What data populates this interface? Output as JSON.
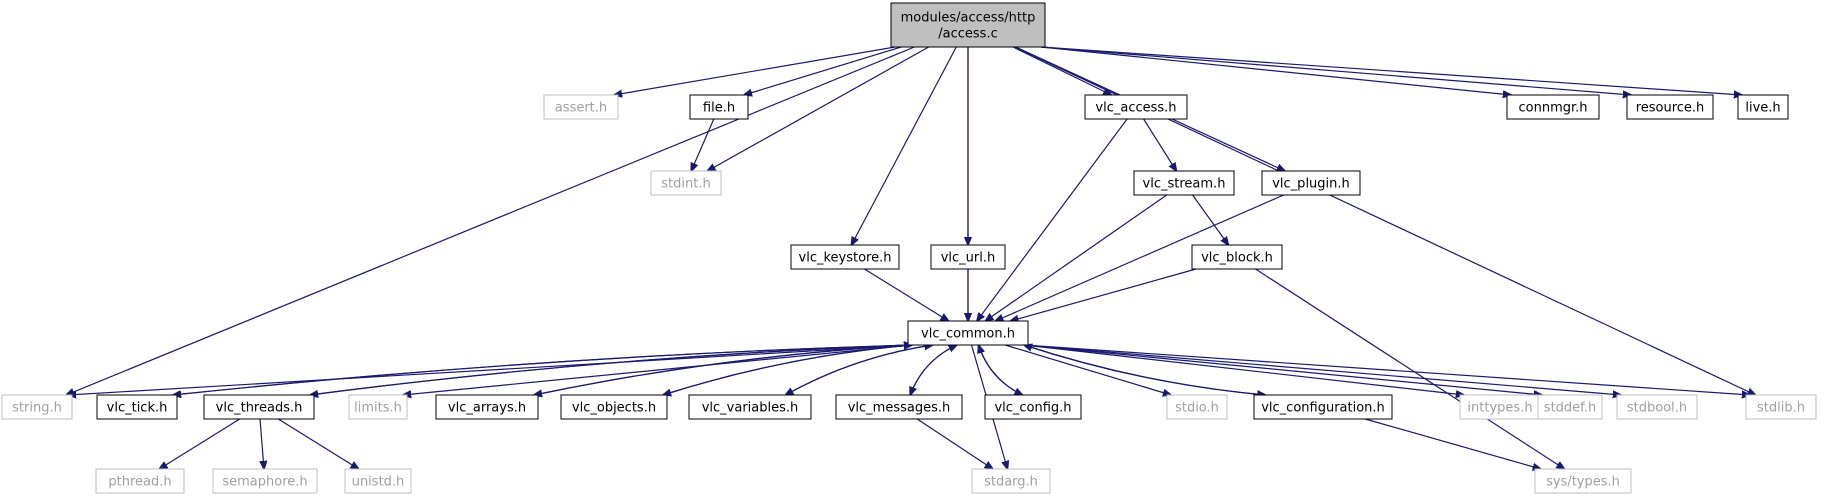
{
  "diagram": {
    "type": "include-dependency-graph",
    "colors": {
      "edge": "#191970",
      "root_fill": "#bfbfbf",
      "system_border": "#bfbfbf",
      "project_border": "#000000"
    },
    "nodes": [
      {
        "id": "root",
        "lines": [
          "modules/access/http",
          "/access.c"
        ],
        "kind": "root"
      },
      {
        "id": "assert",
        "lines": [
          "assert.h"
        ],
        "kind": "system"
      },
      {
        "id": "file",
        "lines": [
          "file.h"
        ],
        "kind": "project"
      },
      {
        "id": "stdint",
        "lines": [
          "stdint.h"
        ],
        "kind": "system"
      },
      {
        "id": "vlc_access",
        "lines": [
          "vlc_access.h"
        ],
        "kind": "project"
      },
      {
        "id": "connmgr",
        "lines": [
          "connmgr.h"
        ],
        "kind": "project"
      },
      {
        "id": "resource",
        "lines": [
          "resource.h"
        ],
        "kind": "project"
      },
      {
        "id": "live",
        "lines": [
          "live.h"
        ],
        "kind": "project"
      },
      {
        "id": "vlc_stream",
        "lines": [
          "vlc_stream.h"
        ],
        "kind": "project"
      },
      {
        "id": "vlc_plugin",
        "lines": [
          "vlc_plugin.h"
        ],
        "kind": "project"
      },
      {
        "id": "vlc_keystore",
        "lines": [
          "vlc_keystore.h"
        ],
        "kind": "project"
      },
      {
        "id": "vlc_url",
        "lines": [
          "vlc_url.h"
        ],
        "kind": "project"
      },
      {
        "id": "vlc_block",
        "lines": [
          "vlc_block.h"
        ],
        "kind": "project"
      },
      {
        "id": "vlc_common",
        "lines": [
          "vlc_common.h"
        ],
        "kind": "project"
      },
      {
        "id": "string",
        "lines": [
          "string.h"
        ],
        "kind": "system"
      },
      {
        "id": "vlc_tick",
        "lines": [
          "vlc_tick.h"
        ],
        "kind": "project"
      },
      {
        "id": "vlc_threads",
        "lines": [
          "vlc_threads.h"
        ],
        "kind": "project"
      },
      {
        "id": "limits",
        "lines": [
          "limits.h"
        ],
        "kind": "system"
      },
      {
        "id": "vlc_arrays",
        "lines": [
          "vlc_arrays.h"
        ],
        "kind": "project"
      },
      {
        "id": "vlc_objects",
        "lines": [
          "vlc_objects.h"
        ],
        "kind": "project"
      },
      {
        "id": "vlc_variables",
        "lines": [
          "vlc_variables.h"
        ],
        "kind": "project"
      },
      {
        "id": "vlc_messages",
        "lines": [
          "vlc_messages.h"
        ],
        "kind": "project"
      },
      {
        "id": "vlc_config",
        "lines": [
          "vlc_config.h"
        ],
        "kind": "project"
      },
      {
        "id": "stdio",
        "lines": [
          "stdio.h"
        ],
        "kind": "system"
      },
      {
        "id": "vlc_configuration",
        "lines": [
          "vlc_configuration.h"
        ],
        "kind": "project"
      },
      {
        "id": "inttypes",
        "lines": [
          "inttypes.h"
        ],
        "kind": "system"
      },
      {
        "id": "stddef",
        "lines": [
          "stddef.h"
        ],
        "kind": "system"
      },
      {
        "id": "stdbool",
        "lines": [
          "stdbool.h"
        ],
        "kind": "system"
      },
      {
        "id": "stdlib",
        "lines": [
          "stdlib.h"
        ],
        "kind": "system"
      },
      {
        "id": "pthread",
        "lines": [
          "pthread.h"
        ],
        "kind": "system"
      },
      {
        "id": "semaphore",
        "lines": [
          "semaphore.h"
        ],
        "kind": "system"
      },
      {
        "id": "unistd",
        "lines": [
          "unistd.h"
        ],
        "kind": "system"
      },
      {
        "id": "stdarg",
        "lines": [
          "stdarg.h"
        ],
        "kind": "system"
      },
      {
        "id": "sys_types",
        "lines": [
          "sys/types.h"
        ],
        "kind": "system"
      }
    ],
    "edges": [
      [
        "root",
        "assert"
      ],
      [
        "root",
        "file"
      ],
      [
        "root",
        "stdint"
      ],
      [
        "root",
        "vlc_access"
      ],
      [
        "root",
        "connmgr"
      ],
      [
        "root",
        "resource"
      ],
      [
        "root",
        "live"
      ],
      [
        "root",
        "vlc_plugin"
      ],
      [
        "root",
        "vlc_keystore"
      ],
      [
        "root",
        "vlc_url"
      ],
      [
        "root",
        "vlc_common"
      ],
      [
        "root",
        "string"
      ],
      [
        "root",
        "stdlib"
      ],
      [
        "file",
        "stdint"
      ],
      [
        "vlc_access",
        "vlc_stream"
      ],
      [
        "vlc_access",
        "vlc_common"
      ],
      [
        "vlc_stream",
        "vlc_block"
      ],
      [
        "vlc_stream",
        "vlc_common"
      ],
      [
        "vlc_plugin",
        "vlc_common"
      ],
      [
        "vlc_keystore",
        "vlc_common"
      ],
      [
        "vlc_url",
        "vlc_common"
      ],
      [
        "vlc_block",
        "vlc_common"
      ],
      [
        "vlc_block",
        "sys_types"
      ],
      [
        "vlc_common",
        "string"
      ],
      [
        "vlc_common",
        "vlc_tick"
      ],
      [
        "vlc_common",
        "vlc_threads"
      ],
      [
        "vlc_common",
        "limits"
      ],
      [
        "vlc_common",
        "vlc_arrays"
      ],
      [
        "vlc_common",
        "vlc_objects"
      ],
      [
        "vlc_common",
        "vlc_variables"
      ],
      [
        "vlc_common",
        "vlc_messages"
      ],
      [
        "vlc_common",
        "vlc_config"
      ],
      [
        "vlc_common",
        "stdio"
      ],
      [
        "vlc_common",
        "vlc_configuration"
      ],
      [
        "vlc_common",
        "inttypes"
      ],
      [
        "vlc_common",
        "stddef"
      ],
      [
        "vlc_common",
        "stdbool"
      ],
      [
        "vlc_common",
        "stdlib"
      ],
      [
        "vlc_common",
        "stdarg"
      ],
      [
        "vlc_tick",
        "vlc_common"
      ],
      [
        "vlc_threads",
        "vlc_common"
      ],
      [
        "vlc_arrays",
        "vlc_common"
      ],
      [
        "vlc_objects",
        "vlc_common"
      ],
      [
        "vlc_variables",
        "vlc_common"
      ],
      [
        "vlc_messages",
        "vlc_common"
      ],
      [
        "vlc_config",
        "vlc_common"
      ],
      [
        "vlc_configuration",
        "vlc_common"
      ],
      [
        "vlc_threads",
        "pthread"
      ],
      [
        "vlc_threads",
        "semaphore"
      ],
      [
        "vlc_threads",
        "unistd"
      ],
      [
        "vlc_messages",
        "stdarg"
      ],
      [
        "vlc_configuration",
        "sys_types"
      ]
    ]
  }
}
